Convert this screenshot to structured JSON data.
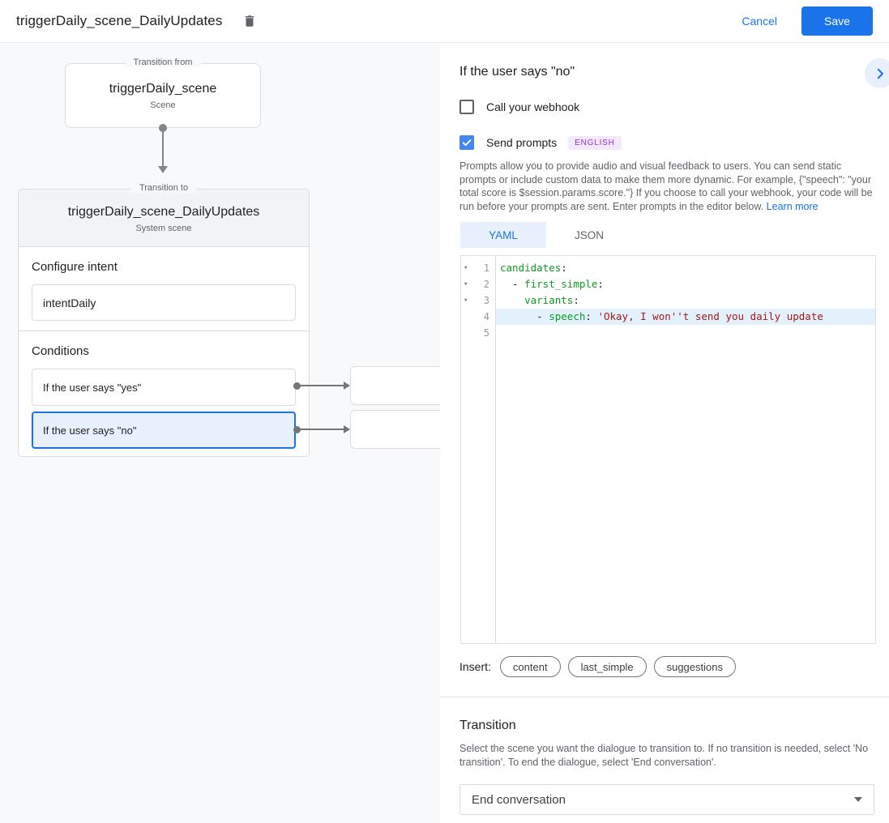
{
  "colors": {
    "primary_blue": "#1a73e8",
    "selection_fill": "#e8f0fe",
    "badge_purple": "#9334e6"
  },
  "header": {
    "title": "triggerDaily_scene_DailyUpdates",
    "cancel_label": "Cancel",
    "save_label": "Save"
  },
  "canvas": {
    "transition_from": {
      "legend": "Transition from",
      "name": "triggerDaily_scene",
      "type": "Scene"
    },
    "transition_to": {
      "legend": "Transition to",
      "name": "triggerDaily_scene_DailyUpdates",
      "type": "System scene"
    },
    "intent": {
      "heading": "Configure intent",
      "value": "intentDaily"
    },
    "conditions": {
      "heading": "Conditions",
      "items": [
        {
          "label": "If the user says \"yes\""
        },
        {
          "label": "If the user says \"no\""
        }
      ]
    }
  },
  "panel": {
    "title": "If the user says \"no\"",
    "webhook": {
      "label": "Call your webhook",
      "checked": false
    },
    "prompts": {
      "label": "Send prompts",
      "checked": true,
      "badge": "ENGLISH"
    },
    "description": "Prompts allow you to provide audio and visual feedback to users. You can send static prompts or include custom data to make them more dynamic. For example, {\"speech\": \"your total score is $session.params.score.\"} If you choose to call your webhook, your code will be run before your prompts are sent. Enter prompts in the editor below. ",
    "learn_more": "Learn more",
    "tabs": {
      "yaml": "YAML",
      "json": "JSON"
    },
    "editor": {
      "l1": {
        "num": "1",
        "key": "candidates",
        "rest": ":"
      },
      "l2": {
        "num": "2",
        "indent": "  - ",
        "key": "first_simple",
        "rest": ":"
      },
      "l3": {
        "num": "3",
        "indent": "    ",
        "key": "variants",
        "rest": ":"
      },
      "l4": {
        "num": "4",
        "indent": "      - ",
        "key": "speech",
        "rest": ": ",
        "string": "'Okay, I won''t send you daily update"
      },
      "l5": {
        "num": "5"
      }
    },
    "insert": {
      "label": "Insert:",
      "chips": [
        "content",
        "last_simple",
        "suggestions"
      ]
    },
    "transition": {
      "heading": "Transition",
      "description": "Select the scene you want the dialogue to transition to. If no transition is needed, select 'No transition'. To end the dialogue, select 'End conversation'.",
      "dropdown_value": "End conversation"
    }
  }
}
